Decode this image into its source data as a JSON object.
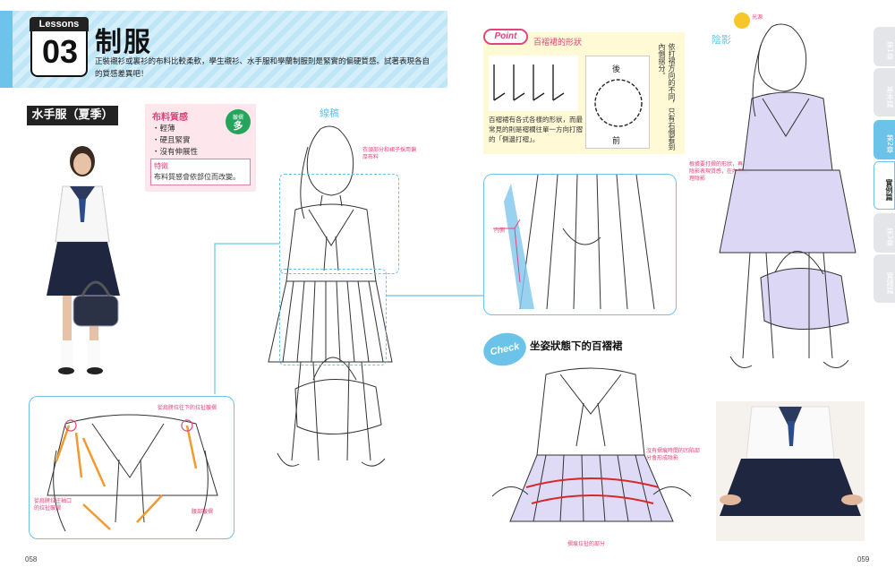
{
  "header": {
    "lessons_label": "Lessons",
    "lesson_number": "03",
    "title": "制服",
    "intro": "正裝襯衫或裏衫的布料比較柔軟，學生襯衫、水手服和學蘭制服則是緊實的偏硬質感。試著表現各自的質感差異吧！"
  },
  "section_label": "水手服（夏季）",
  "texture": {
    "title": "布料質感",
    "items": [
      "・輕薄",
      "・硬且緊實",
      "・沒有伸展性"
    ],
    "badge_top": "皺摺",
    "badge_main": "多",
    "feature_title": "特徵",
    "feature_text": "布料質感會依部位而改變。"
  },
  "lineart_label": "線稿",
  "notes": {
    "pleat_fabric": "衣領部分和裙子採用偏厚布料",
    "shoulder_pull": "從肩膀拉往下的拉扯皺摺",
    "collar_pull": "從肩膀拉往袖口的拉扯皺摺",
    "waist": "腰部皺摺",
    "inner_side": "內側",
    "shadow_pleat": "根據要打摺的形狀，再以陰影表現質感，在內側處理陰影",
    "light_source": "光源",
    "sit_shadow": "沒有摺痕時間的凹陷部分會形成陰影",
    "pleat_line": "摺痕拉扯的部分"
  },
  "shadow_label": "陰影",
  "point": {
    "tag": "Point",
    "title": "百褶裙的形狀",
    "desc": "百褶裙有各式各樣的形狀，而最常見的則是褶襉往單一方向打摺的「側邊打褶」。",
    "back": "後",
    "front": "前",
    "vertical_note": "依打褶方向的不同，只有右側看到內側摺分。"
  },
  "check": {
    "tag": "Check",
    "title": "坐姿狀態下的百褶裙"
  },
  "tabs": [
    {
      "label": "第1章"
    },
    {
      "label": "基本篇"
    },
    {
      "label": "第2章"
    },
    {
      "label": "實例篇"
    },
    {
      "label": "第3章"
    },
    {
      "label": "實踐篇"
    }
  ],
  "page_left": "058",
  "page_right": "059",
  "colors": {
    "accent_blue": "#6cc3ea",
    "accent_pink": "#e0457b",
    "badge_green": "#25a55b"
  }
}
